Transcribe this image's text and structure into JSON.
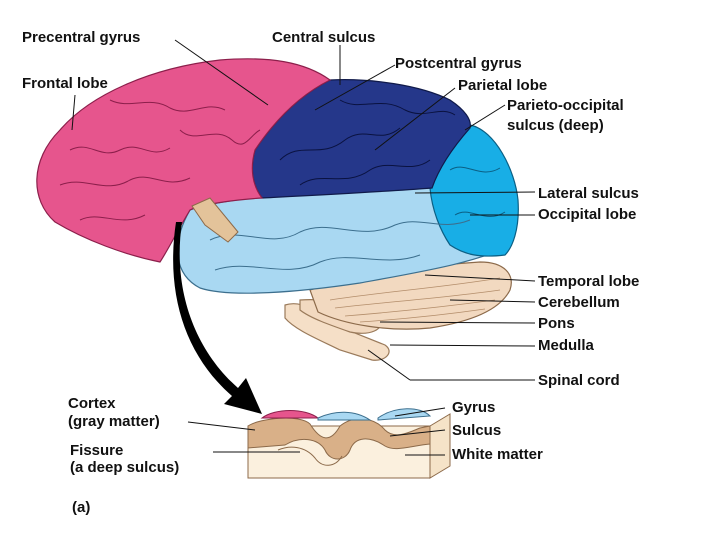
{
  "labels": {
    "precentral_gyrus": "Precentral gyrus",
    "central_sulcus": "Central sulcus",
    "frontal_lobe": "Frontal lobe",
    "postcentral_gyrus": "Postcentral gyrus",
    "parietal_lobe": "Parietal lobe",
    "parieto_occipital_line1": "Parieto-occipital",
    "parieto_occipital_line2": "sulcus (deep)",
    "lateral_sulcus": "Lateral sulcus",
    "occipital_lobe": "Occipital lobe",
    "temporal_lobe": "Temporal lobe",
    "cerebellum": "Cerebellum",
    "pons": "Pons",
    "medulla": "Medulla",
    "spinal_cord": "Spinal cord",
    "cortex_line1": "Cortex",
    "cortex_line2": "(gray matter)",
    "gyrus": "Gyrus",
    "sulcus": "Sulcus",
    "fissure_line1": "Fissure",
    "fissure_line2": "(a deep sulcus)",
    "white_matter": "White matter",
    "panel": "(a)"
  },
  "colors": {
    "frontal": "#e6558d",
    "parietal": "#25378a",
    "occipital": "#18aee6",
    "temporal": "#a9d8f2",
    "cerebellum": "#f2d9c0",
    "brainstem": "#f5dfc7",
    "gray_matter_tan": "#d9b088",
    "arrow": "#000000"
  }
}
